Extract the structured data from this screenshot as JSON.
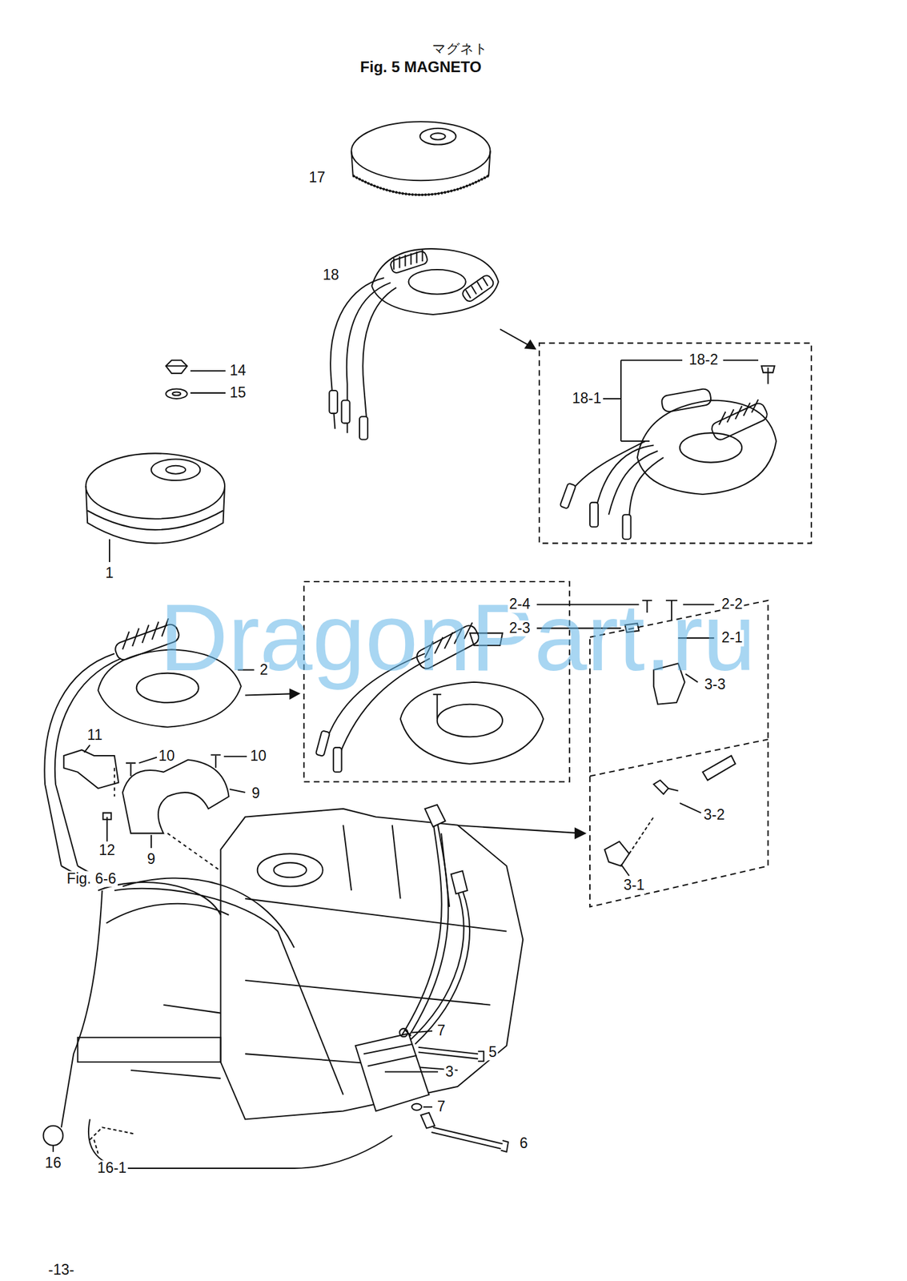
{
  "diagram": {
    "title": "Fig. 5 MAGNETO",
    "labels": [
      "マグネト",
      "17",
      "18",
      "18-2",
      "18-1",
      "14",
      "15",
      "1",
      "2-4",
      "2-2",
      "2-3",
      "2-1",
      "2",
      "3-3",
      "11",
      "10",
      "10",
      "9",
      "3-2",
      "12",
      "9",
      "Fig. 6-6",
      "3-1",
      "7",
      "5",
      "3",
      "7",
      "6",
      "16",
      "16-1",
      "-13-",
      "DragonPart.ru"
    ]
  }
}
